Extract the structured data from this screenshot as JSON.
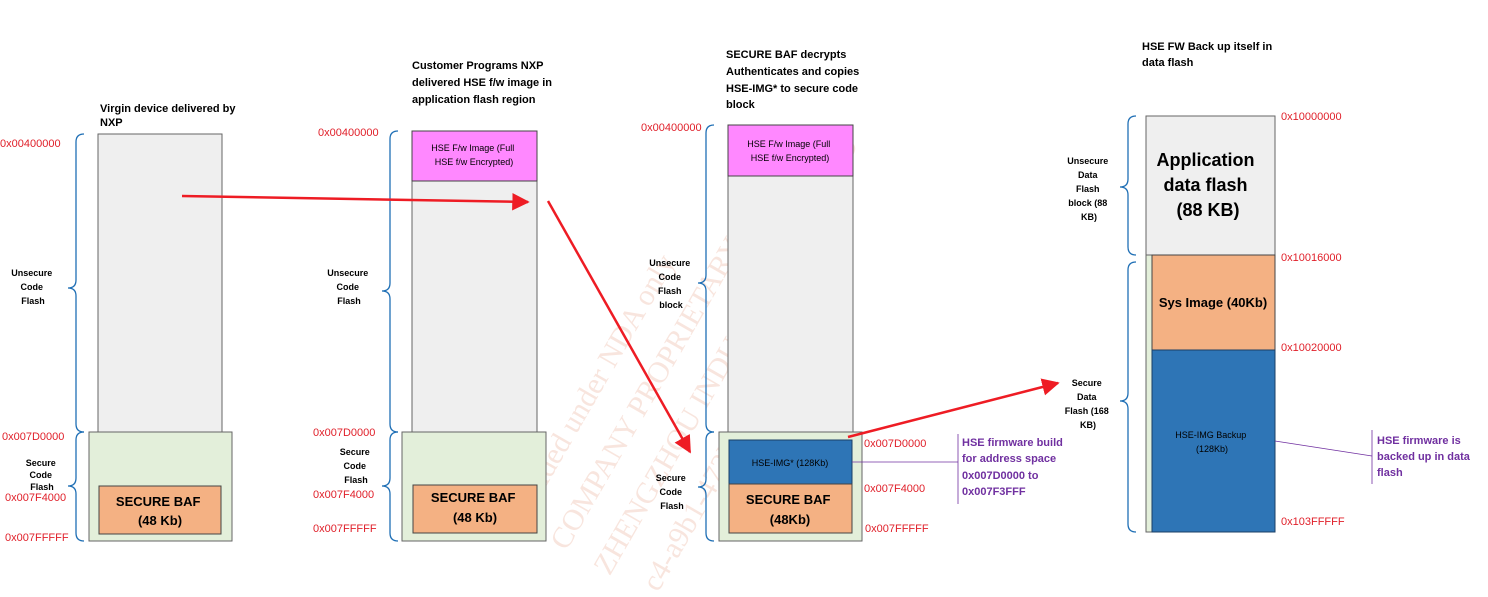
{
  "watermark": {
    "lines": [
      "Provided under NDA only",
      "COMPANY PROPRIETARY",
      "ZHENGZHOU INDUSTRIAL CO., LTD",
      "c4-a9b1-473b-8d03-6ad0032370"
    ]
  },
  "stage1": {
    "title": [
      "Virgin device delivered by",
      "NXP"
    ],
    "addr_top": "0x00400000",
    "addr_code_end": "0x007D0000",
    "addr_baf": "0x007F4000",
    "addr_end": "0x007FFFFF",
    "unsecure_label": [
      "Unsecure",
      "Code",
      "Flash"
    ],
    "secure_label": [
      "Secure",
      "Code",
      "Flash"
    ],
    "baf_label": [
      "SECURE BAF",
      "(48 Kb)"
    ]
  },
  "stage2": {
    "title": [
      "Customer Programs NXP",
      "delivered HSE f/w image in",
      "application flash region"
    ],
    "addr_top": "0x00400000",
    "addr_code_end": "0x007D0000",
    "addr_baf": "0x007F4000",
    "addr_end": "0x007FFFFF",
    "unsecure_label": [
      "Unsecure",
      "Code",
      "Flash"
    ],
    "secure_label": [
      "Secure",
      "Code",
      "Flash"
    ],
    "image_label": [
      "HSE F/w Image (Full",
      "HSE f/w Encrypted)"
    ],
    "baf_label": [
      "SECURE BAF",
      "(48 Kb)"
    ]
  },
  "stage3": {
    "title": [
      "SECURE BAF decrypts",
      "Authenticates and copies",
      "HSE-IMG* to secure code",
      "block"
    ],
    "addr_top": "0x00400000",
    "addr_code_end": "0x007D0000",
    "addr_baf": "0x007F4000",
    "addr_end": "0x007FFFFF",
    "unsecure_label": [
      "Unsecure",
      "Code",
      "Flash",
      "block"
    ],
    "secure_label": [
      "Secure",
      "Code",
      "Flash"
    ],
    "image_label": [
      "HSE F/w Image (Full",
      "HSE f/w Encrypted)"
    ],
    "hse_img_label": "HSE-IMG* (128Kb)",
    "baf_label": [
      "SECURE BAF",
      "(48Kb)"
    ],
    "callout": [
      "HSE firmware build",
      "for address space",
      "0x007D0000 to",
      "0x007F3FFF"
    ]
  },
  "stage4": {
    "title": [
      "HSE FW Back up itself in",
      "data flash"
    ],
    "addr_top": "0x10000000",
    "addr_sys": "0x10016000",
    "addr_backup": "0x10020000",
    "addr_end": "0x103FFFFF",
    "unsecure_label": [
      "Unsecure",
      "Data",
      "Flash",
      "block (88",
      "KB)"
    ],
    "secure_label": [
      "Secure",
      "Data",
      "Flash (168",
      "KB)"
    ],
    "app_label": [
      "Application",
      "data flash",
      "(88 KB)"
    ],
    "sys_label": "Sys Image (40Kb)",
    "backup_label": [
      "HSE-IMG Backup",
      "(128Kb)"
    ],
    "callout": [
      "HSE firmware is",
      "backed up in data",
      "flash"
    ]
  },
  "colors": {
    "address_red": "#e0202a",
    "arrow_red": "#ee1c24",
    "brace_blue": "#1f6fb5",
    "callout_purple": "#7030a0",
    "unsecure_gray": "#efefef",
    "secure_green": "#e3efda",
    "baf_orange": "#f4b183",
    "image_pink": "#ff88ff",
    "hse_blue": "#2e75b6"
  }
}
